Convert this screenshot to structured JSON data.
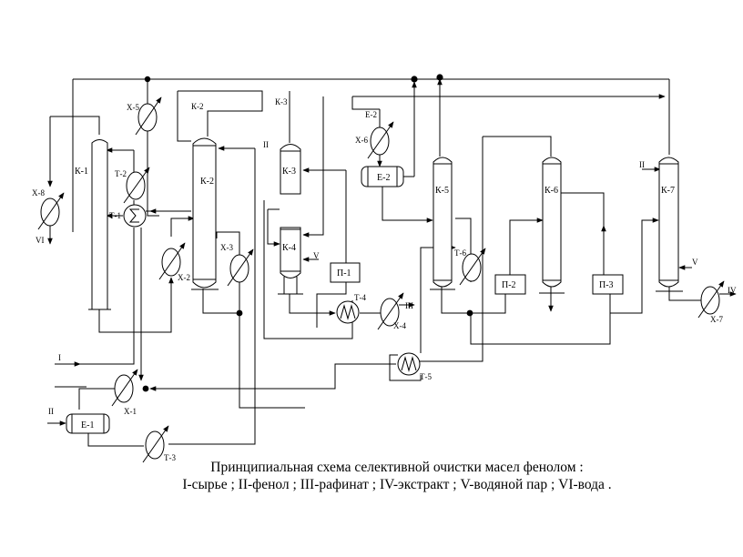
{
  "diagram": {
    "caption_line1": "Принципиальная схема селективной очистки масел фенолом :",
    "caption_line2": "I-сырье ; II-фенол ; III-рафинат ; IV-экстракт ; V-водяной пар ; VI-вода .",
    "columns": {
      "k1": "К-1",
      "k2": "К-2",
      "k2_top": "К-2",
      "k3": "К-3",
      "k3_top": "К-3",
      "k4": "К-4",
      "k5": "К-5",
      "k6": "К-6",
      "k7": "К-7"
    },
    "vessels": {
      "e1": "Е-1",
      "e2": "Е-2",
      "e2_top": "Е-2"
    },
    "pumps": {
      "p1": "П-1",
      "p2": "П-2",
      "p3": "П-3"
    },
    "coolers": {
      "x1": "Х-1",
      "x2": "Х-2",
      "x3": "Х-3",
      "x4": "Х-4",
      "x5": "Х-5",
      "x6": "Х-6",
      "x7": "Х-7",
      "x8": "Х-8"
    },
    "exchangers": {
      "t1": "Т-1",
      "t2": "Т-2",
      "t3": "Т-3",
      "t4": "Т-4",
      "t5": "Т-5",
      "t6": "Т-6"
    },
    "streams": {
      "i_feed": "I",
      "ii_e1": "II",
      "ii_k3": "II",
      "ii_k7": "II",
      "iii": "III",
      "iv": "IV",
      "v_k4": "V",
      "v_k7": "V",
      "vi": "VI"
    }
  }
}
